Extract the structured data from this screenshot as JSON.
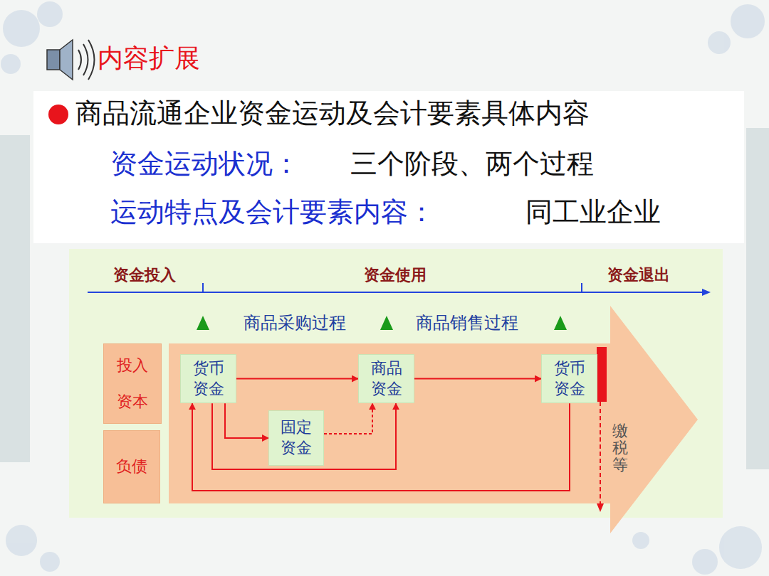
{
  "diagram": {
    "title": "内容扩展",
    "nodes": [
      {
        "text": [
          "投入 资本"
        ]
      },
      {
        "text": [
          "负债"
        ]
      },
      {
        "text": [
          "货币 资金"
        ]
      },
      {
        "text": [
          "商品 资金"
        ]
      },
      {
        "text": [
          "固定 资金"
        ]
      },
      {
        "text": [
          "货币 资金"
        ]
      }
    ],
    "edges": [
      {
        "from": 2,
        "to": 3,
        "arrow": "to"
      },
      {
        "from": 3,
        "to": 5,
        "arrow": "to"
      },
      {
        "from": 2,
        "to": 4,
        "arrow": "to"
      },
      {
        "from": 4,
        "to": 3,
        "arrow": "to"
      },
      {
        "from": 2,
        "to": 3,
        "arrow": "to"
      },
      {
        "from": 5,
        "to": 2,
        "arrow": "to"
      }
    ],
    "labels": [
      "商品流通企业资金运动及会计要素具体内容",
      "资金运动状况：",
      "三个阶段、两个过程",
      "运动特点及会计要素内容：",
      "同工业企业",
      "资金投入",
      "资金使用",
      "资金退出",
      "商品采购过程",
      "商品销售过程",
      "缴税等"
    ]
  }
}
